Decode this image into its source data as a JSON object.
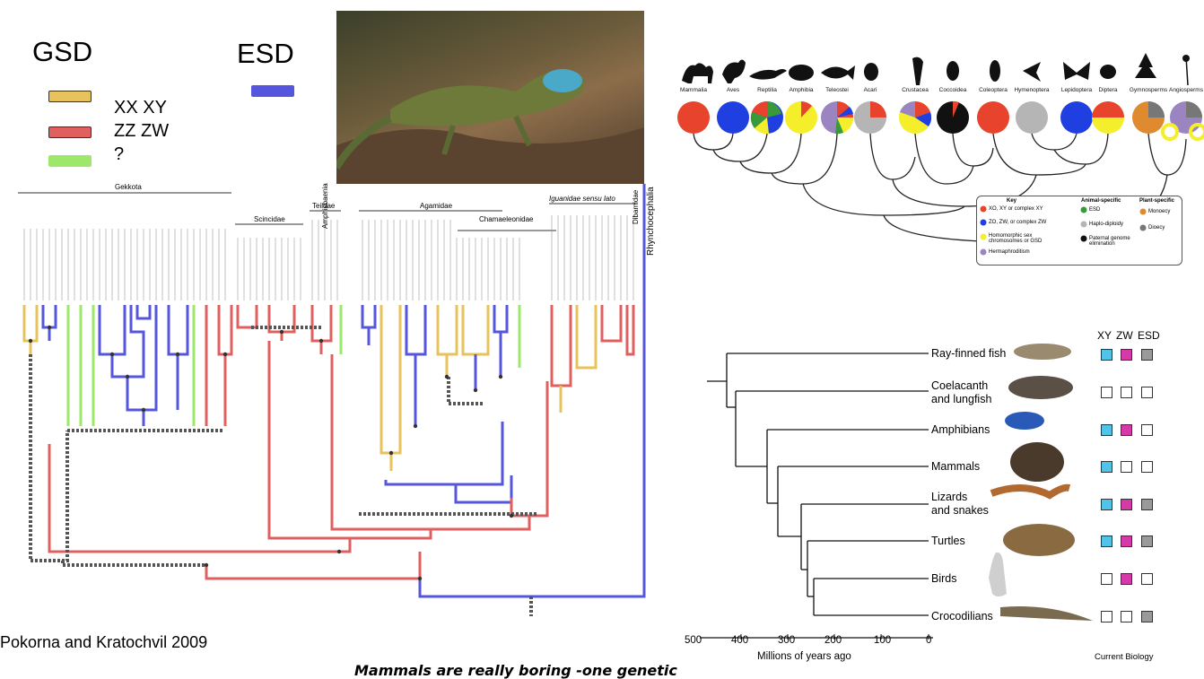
{
  "slide": {
    "gsd_title": "GSD",
    "esd_title": "ESD",
    "legend": [
      {
        "label": "XX XY",
        "color": "#e8c25a"
      },
      {
        "label": "ZZ ZW",
        "color": "#e06060"
      },
      {
        "label": "?",
        "color": "#9de86a"
      }
    ],
    "esd_color": "#5555dd",
    "citation": "Pokorna and Kratochvil 2009",
    "handwritten_note": "Mammals are really boring -one genetic"
  },
  "squamate_tree": {
    "clades": [
      "Gekkota",
      "Scincidae",
      "Teiidae",
      "Amphisbaenia",
      "Agamidae",
      "Chamaeleonidae",
      "Iguanidae sensu lato",
      "Dibamidae",
      "Rhynchocephalia"
    ]
  },
  "taxa_tree": {
    "taxa": [
      "Mammalia",
      "Aves",
      "Reptilia",
      "Amphibia",
      "Teleostei",
      "Acari",
      "Crustacea",
      "Coccoidea",
      "Coleoptera",
      "Hymenoptera",
      "Lepidoptera",
      "Diptera",
      "Gymnosperms",
      "Angiosperms"
    ],
    "key": {
      "title": "Key",
      "items": [
        "XO, XY or complex XY",
        "ZO, ZW, or complex ZW",
        "Homomorphic sex chromosomes or GSD",
        "Hermaphroditism"
      ],
      "animal_title": "Animal-specific",
      "animal_items": [
        "ESD",
        "Haplo-diploidy",
        "Paternal genome elimination"
      ],
      "plant_title": "Plant-specific",
      "plant_items": [
        "Monoecy",
        "Dioecy"
      ]
    },
    "colors": {
      "red": "#e8432c",
      "blue": "#1f3fe0",
      "yellow": "#f5ee2a",
      "purple": "#9a85c0",
      "green": "#3a9a3a",
      "gray": "#b5b5b5",
      "black": "#111111",
      "orange": "#e08a30",
      "darkgray": "#777777"
    }
  },
  "vertebrate_tree": {
    "columns": [
      "XY",
      "ZW",
      "ESD"
    ],
    "rows": [
      {
        "label": "Ray-finned fish",
        "xy": true,
        "zw": true,
        "esd": true
      },
      {
        "label": "Coelacanth\nand lungfish",
        "xy": false,
        "zw": false,
        "esd": false
      },
      {
        "label": "Amphibians",
        "xy": true,
        "zw": true,
        "esd": false
      },
      {
        "label": "Mammals",
        "xy": true,
        "zw": false,
        "esd": false
      },
      {
        "label": "Lizards\nand snakes",
        "xy": true,
        "zw": true,
        "esd": true
      },
      {
        "label": "Turtles",
        "xy": true,
        "zw": true,
        "esd": true
      },
      {
        "label": "Birds",
        "xy": false,
        "zw": true,
        "esd": false
      },
      {
        "label": "Crocodilians",
        "xy": false,
        "zw": false,
        "esd": true
      }
    ],
    "axis_ticks": [
      "500",
      "400",
      "300",
      "200",
      "100",
      "0"
    ],
    "axis_label": "Millions of years ago",
    "source": "Current Biology",
    "colors": {
      "xy": "#4fc3e8",
      "zw": "#d63aa8",
      "esd": "#9a9a9a"
    }
  }
}
